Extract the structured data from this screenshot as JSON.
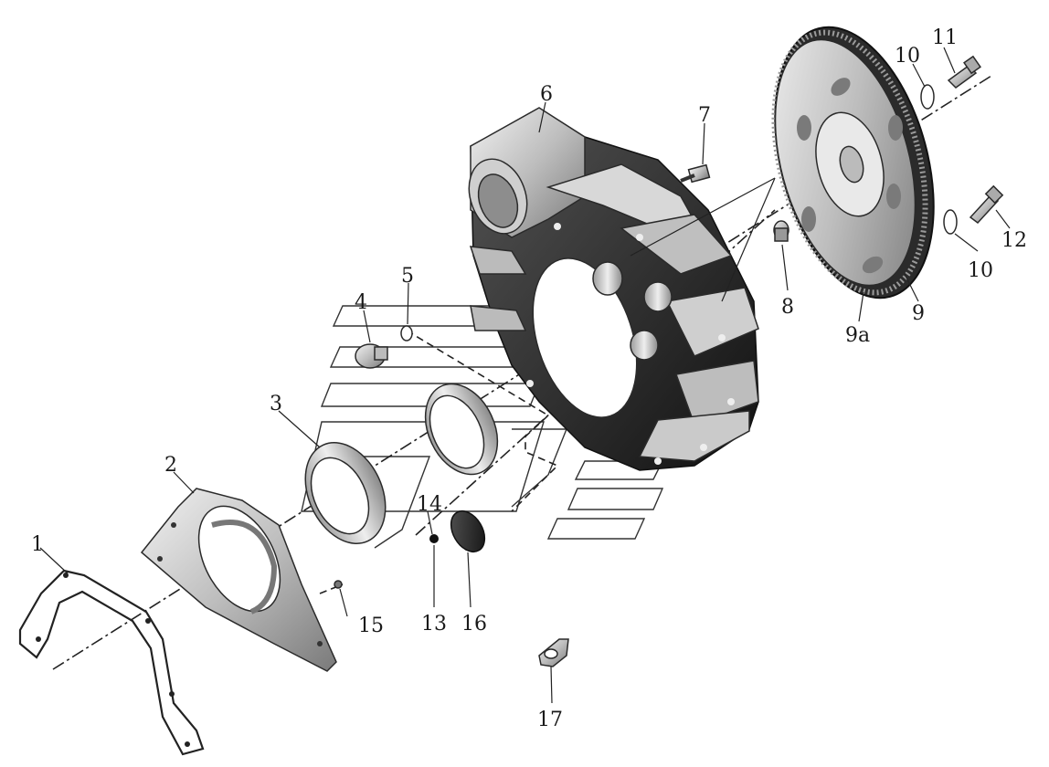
{
  "diagram": {
    "callouts": [
      {
        "id": "1",
        "text": "1"
      },
      {
        "id": "2",
        "text": "2"
      },
      {
        "id": "3",
        "text": "3"
      },
      {
        "id": "4",
        "text": "4"
      },
      {
        "id": "5",
        "text": "5"
      },
      {
        "id": "6",
        "text": "6"
      },
      {
        "id": "7",
        "text": "7"
      },
      {
        "id": "8",
        "text": "8"
      },
      {
        "id": "9",
        "text": "9"
      },
      {
        "id": "9a",
        "text": "9a"
      },
      {
        "id": "10a",
        "text": "10"
      },
      {
        "id": "10b",
        "text": "10"
      },
      {
        "id": "11",
        "text": "11"
      },
      {
        "id": "12",
        "text": "12"
      },
      {
        "id": "13",
        "text": "13"
      },
      {
        "id": "14",
        "text": "14"
      },
      {
        "id": "15",
        "text": "15"
      },
      {
        "id": "16",
        "text": "16"
      },
      {
        "id": "17",
        "text": "17"
      }
    ]
  }
}
